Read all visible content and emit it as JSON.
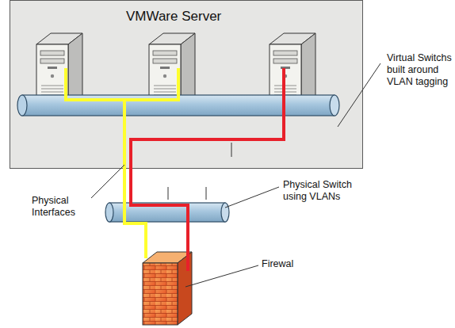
{
  "diagram": {
    "nodes": [
      {
        "text": [
          "VMWare Server"
        ]
      }
    ],
    "labels": [
      "Virtual Switchs built around VLAN tagging",
      "Physical Interfaces",
      "Physical Switch using VLANs",
      "Firewal"
    ]
  }
}
